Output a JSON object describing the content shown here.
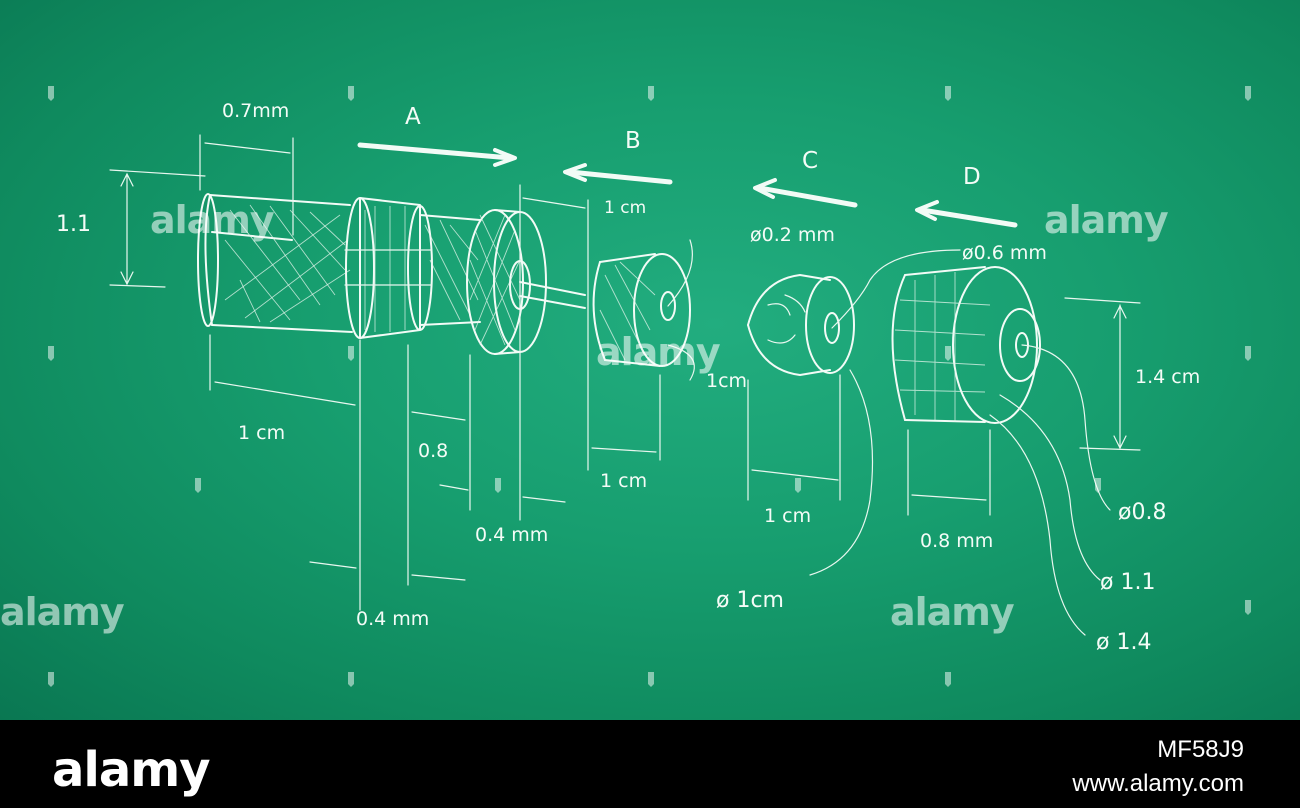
{
  "labels": {
    "dim_0_7mm": "0.7mm",
    "dim_1_1": "1.1",
    "letter_a": "A",
    "letter_b": "B",
    "letter_c": "C",
    "letter_d": "D",
    "dim_1cm_top": "1 cm",
    "dia_0_2mm": "ø0.2 mm",
    "dia_0_6mm": "ø0.6 mm",
    "dim_1cm_b": "1cm",
    "dim_1_4cm": "1.4 cm",
    "dim_1cm_left": "1 cm",
    "dim_0_8": "0.8",
    "dim_0_4mm_mid": "0.4 mm",
    "dim_1cm_mid": "1 cm",
    "dim_1cm_c": "1 cm",
    "dim_0_8mm": "0.8 mm",
    "dia_0_8": "ø0.8",
    "dia_1cm": "ø 1cm",
    "dia_1_1": "ø 1.1",
    "dia_1_4": "ø 1.4",
    "dim_0_4mm_bottom": "0.4 mm"
  },
  "watermark": "alamy",
  "footer": {
    "logo": "alamy",
    "image_id": "MF58J9",
    "url": "www.alamy.com"
  }
}
